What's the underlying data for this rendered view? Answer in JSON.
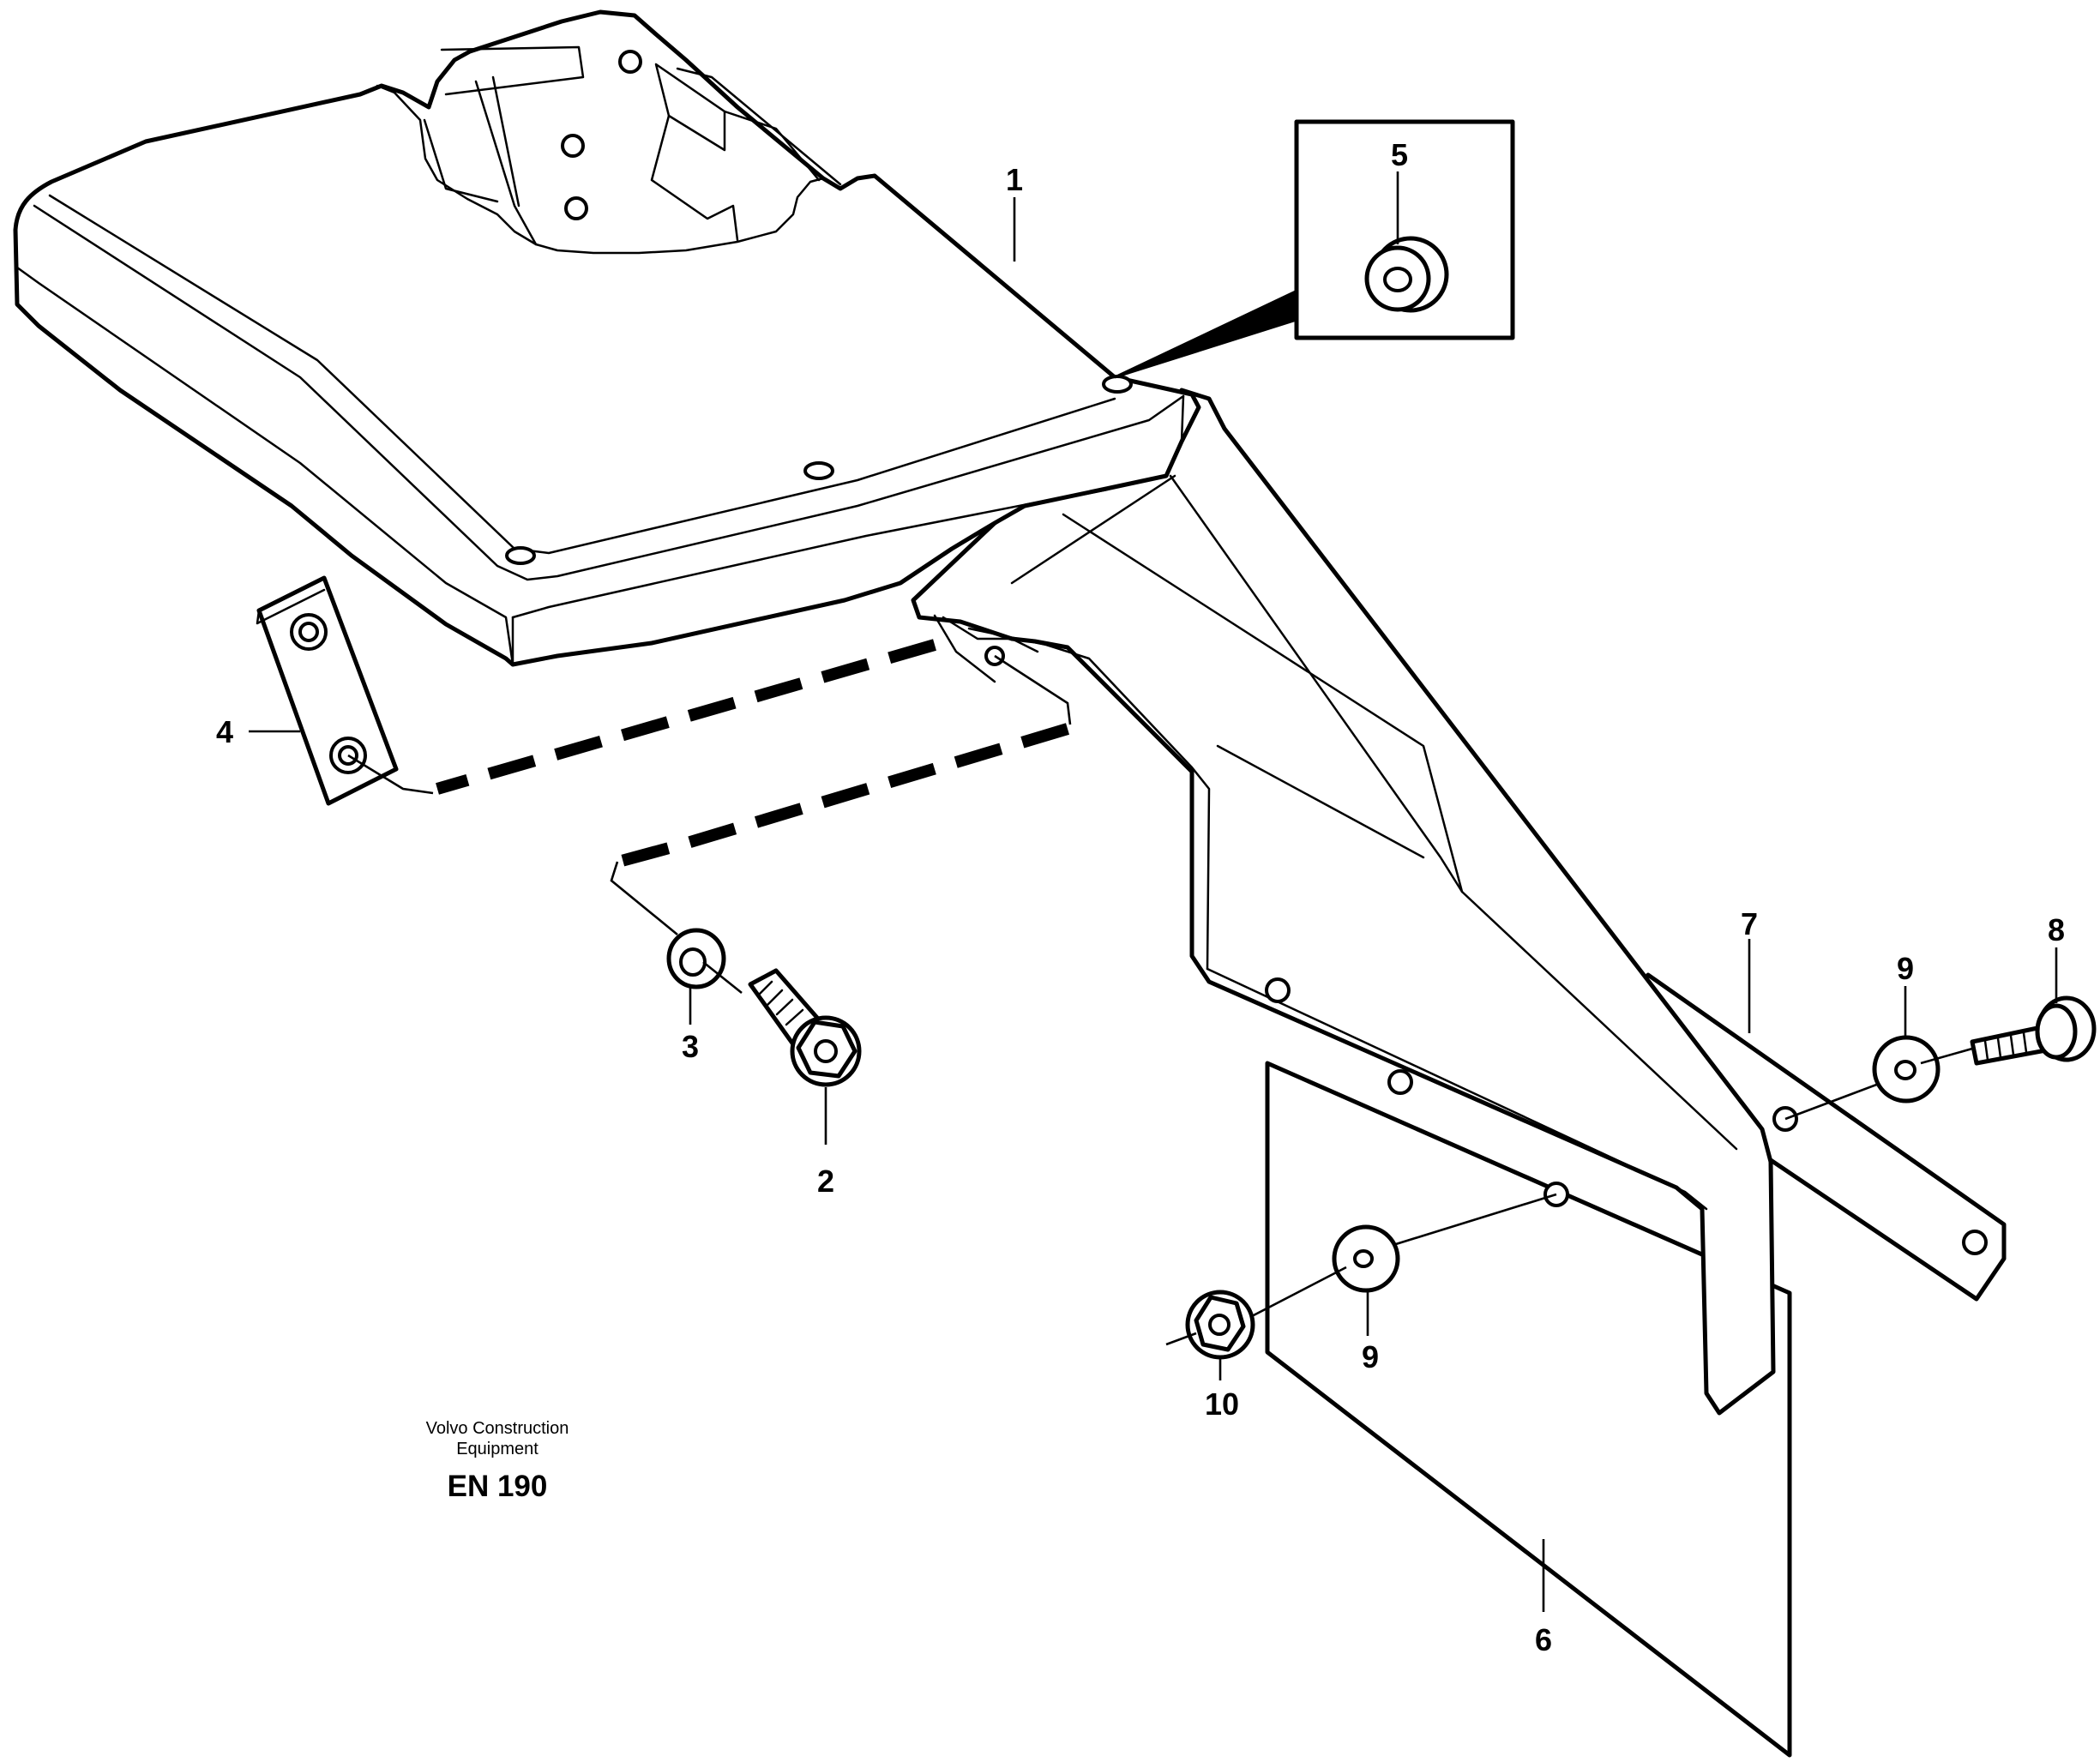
{
  "callouts": {
    "c1": "1",
    "c2": "2",
    "c3": "3",
    "c4": "4",
    "c5": "5",
    "c6": "6",
    "c7": "7",
    "c8": "8",
    "c9a": "9",
    "c9b": "9",
    "c10": "10"
  },
  "credit": {
    "line1": "Volvo Construction",
    "line2": "Equipment"
  },
  "figure_code": "EN 190",
  "colors": {
    "line": "#000000",
    "background": "#ffffff"
  }
}
